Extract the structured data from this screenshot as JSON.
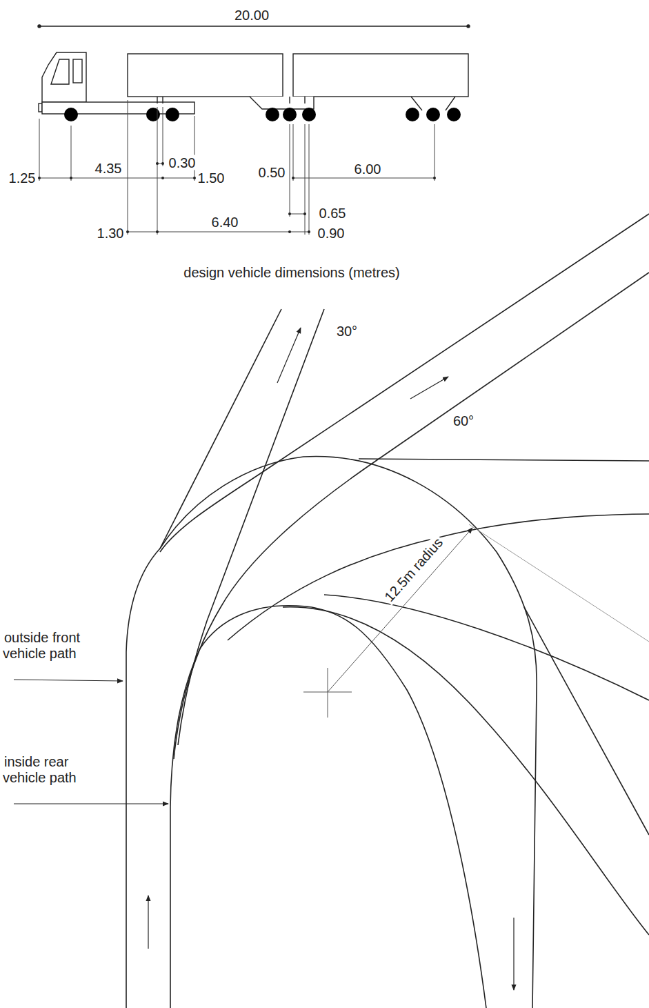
{
  "diagram": {
    "caption": "design vehicle dimensions (metres)",
    "labels": [
      "20.00",
      "1.25",
      "4.35",
      "0.30",
      "1.50",
      "0.50",
      "6.00",
      "0.65",
      "1.30",
      "6.40",
      "0.90",
      "30°",
      "60°",
      "12.5m radius",
      "outside front vehicle path",
      "inside rear vehicle path"
    ]
  }
}
